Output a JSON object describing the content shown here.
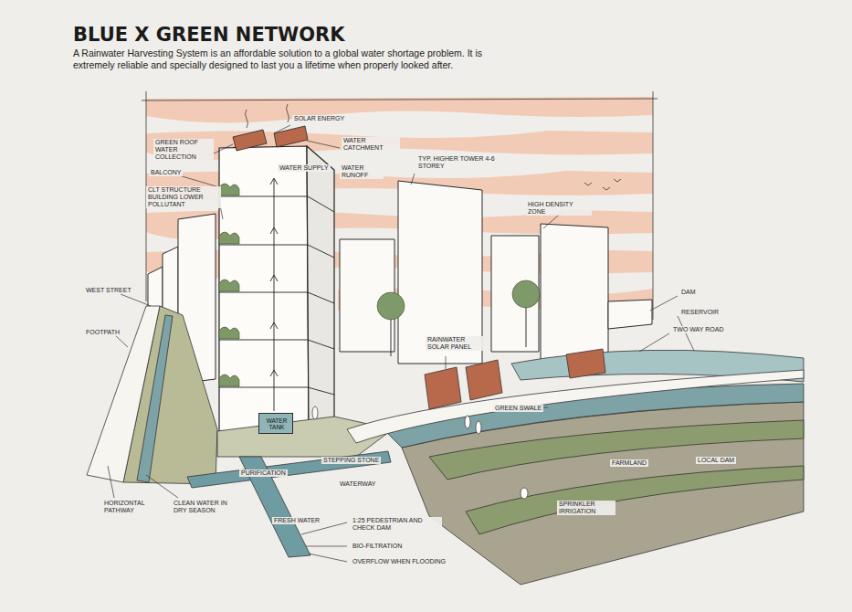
{
  "diagram": {
    "title": "BLUE X GREEN NETWORK",
    "caption": "A Rainwater Harvesting System is an affordable solution to a global water shortage problem. It is extremely reliable and specially designed to last you a lifetime when properly looked after.",
    "nodes": [
      {
        "text": [
          "WATER TANK"
        ]
      }
    ],
    "labels": [
      "SOLAR ENERGY",
      "GREEN ROOF WATER COLLECTION",
      "WATER CATCHMENT",
      "BALCONY",
      "CLT STRUCTURE BUILDING LOWER POLLUTANT",
      "WATER SUPPLY",
      "WATER RUNOFF",
      "TYP. HIGHER TOWER 4-6 STOREY",
      "HIGH DENSITY ZONE",
      "WEST STREET",
      "FOOTPATH",
      "DAM",
      "RESERVOIR",
      "TWO WAY ROAD",
      "RAINWATER SOLAR PANEL",
      "GREEN SWALE",
      "FARMLAND",
      "LOCAL DAM",
      "SPRINKLER IRRIGATION",
      "HORIZONTAL PATHWAY",
      "CLEAN WATER IN DRY SEASON",
      "PURIFICATION",
      "STEPPING STONE",
      "WATERWAY",
      "FRESH WATER",
      "1:25 PEDESTRIAN AND CHECK DAM",
      "BIO-FILTRATION",
      "OVERFLOW WHEN FLOODING"
    ]
  }
}
